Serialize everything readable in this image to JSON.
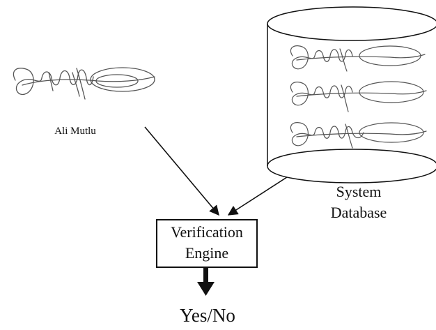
{
  "input": {
    "signer_name": "Ali Mutlu",
    "signature_image": "handwritten-signature"
  },
  "database": {
    "label_line1": "System",
    "label_line2": "Database",
    "shape": "cylinder",
    "stored_signatures": [
      "handwritten-signature",
      "handwritten-signature",
      "handwritten-signature"
    ]
  },
  "engine": {
    "label_line1": "Verification",
    "label_line2": "Engine"
  },
  "output": {
    "label": "Yes/No"
  },
  "colors": {
    "ink": "#111111",
    "background": "#ffffff",
    "signature_ink": "#555555"
  },
  "icons": {
    "input_to_engine": "arrow-icon",
    "database_to_engine": "arrow-icon",
    "engine_to_output": "thick-down-arrow-icon"
  }
}
